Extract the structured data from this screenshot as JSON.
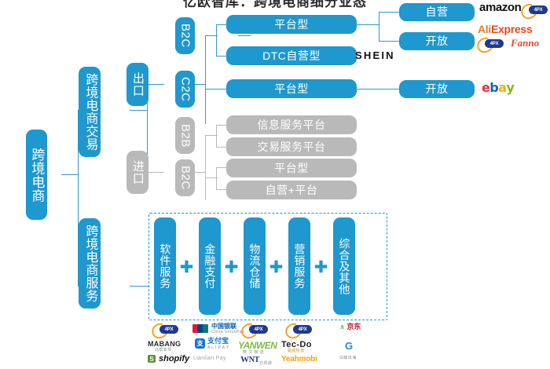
{
  "title": "亿欧智库：跨境电商细分业态",
  "colors": {
    "blue": "#1E98CE",
    "gray": "#B9B9B9",
    "line_blue": "#2E9BCB",
    "line_gray": "#B9B9B9",
    "dashed_border": "#1E98CE",
    "text_on_node": "#FFFFFF"
  },
  "tree": {
    "root": {
      "label": "跨境电商"
    },
    "level1": [
      {
        "label": "跨境电商交易"
      },
      {
        "label": "跨境电商服务"
      }
    ],
    "level2": [
      {
        "label": "出口",
        "style": "blue"
      },
      {
        "label": "进口",
        "style": "gray"
      }
    ],
    "level3": [
      {
        "label": "B2C",
        "style": "blue",
        "parent": "出口"
      },
      {
        "label": "C2C",
        "style": "blue",
        "parent": "出口"
      },
      {
        "label": "B2B",
        "style": "gray",
        "parent": "进口"
      },
      {
        "label": "B2C",
        "style": "gray",
        "parent": "进口"
      }
    ],
    "level4": [
      {
        "label": "平台型",
        "style": "blue",
        "parent": "B2C-export"
      },
      {
        "label": "DTC自营型",
        "style": "blue",
        "parent": "B2C-export"
      },
      {
        "label": "平台型",
        "style": "blue",
        "parent": "C2C-export"
      },
      {
        "label": "信息服务平台",
        "style": "gray",
        "parent": "B2B-import"
      },
      {
        "label": "交易服务平台",
        "style": "gray",
        "parent": "B2B-import"
      },
      {
        "label": "平台型",
        "style": "gray",
        "parent": "B2C-import"
      },
      {
        "label": "自营+平台",
        "style": "gray",
        "parent": "B2C-import"
      }
    ],
    "level5": [
      {
        "label": "自营",
        "style": "blue",
        "parent": "平台型-B2C"
      },
      {
        "label": "开放",
        "style": "blue",
        "parent": "平台型-B2C"
      },
      {
        "label": "开放",
        "style": "blue",
        "parent": "平台型-C2C"
      }
    ]
  },
  "services": {
    "items": [
      {
        "label": "软件服务"
      },
      {
        "label": "金融支付"
      },
      {
        "label": "物流仓储"
      },
      {
        "label": "营销服务"
      },
      {
        "label": "综合及其他"
      }
    ],
    "separator": "+"
  },
  "logos": {
    "zi_ying_row": [
      "amazon",
      "4PX"
    ],
    "kai_fang_row": [
      "AliExpress",
      "4PX",
      "Fanno"
    ],
    "dtc_row": [
      "SHEIN"
    ],
    "c2c_row": [
      "ebay"
    ],
    "amazon": "amazon",
    "aliexpress_a": "Ali",
    "aliexpress_x": "Express",
    "fanno": "Fanno",
    "shein": "SHEIN",
    "ebay_letters": [
      "e",
      "b",
      "a",
      "y"
    ],
    "fourpx": "4PX",
    "service_logos": {
      "software": [
        "4PX",
        "MABANG",
        "马帮软件",
        "shopify"
      ],
      "payment": [
        "中国银联 China UnionPay",
        "支付宝 ALIPAY",
        "Lianlian Pay"
      ],
      "logistics": [
        "4PX",
        "YANWEN",
        "WNT 万邦通"
      ],
      "marketing": [
        "4PX",
        "Tec-Do",
        "驱动科技",
        "Yeahmobi"
      ],
      "other": [
        "京东",
        "G 白鲸出海"
      ]
    }
  }
}
